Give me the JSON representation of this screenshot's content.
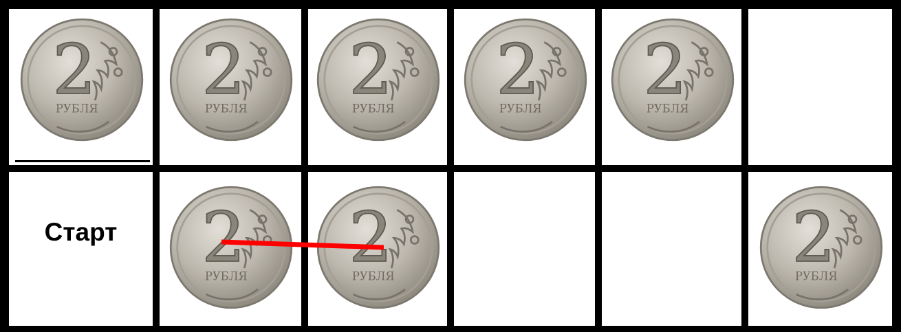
{
  "board": {
    "rows": 2,
    "cols": 6,
    "start_label": "Старт",
    "coin_denomination": "2",
    "coin_word": "РУБЛЯ",
    "cells": [
      [
        true,
        true,
        true,
        true,
        true,
        false
      ],
      [
        false,
        true,
        true,
        false,
        false,
        true
      ]
    ],
    "path_color": "#ff0000"
  }
}
